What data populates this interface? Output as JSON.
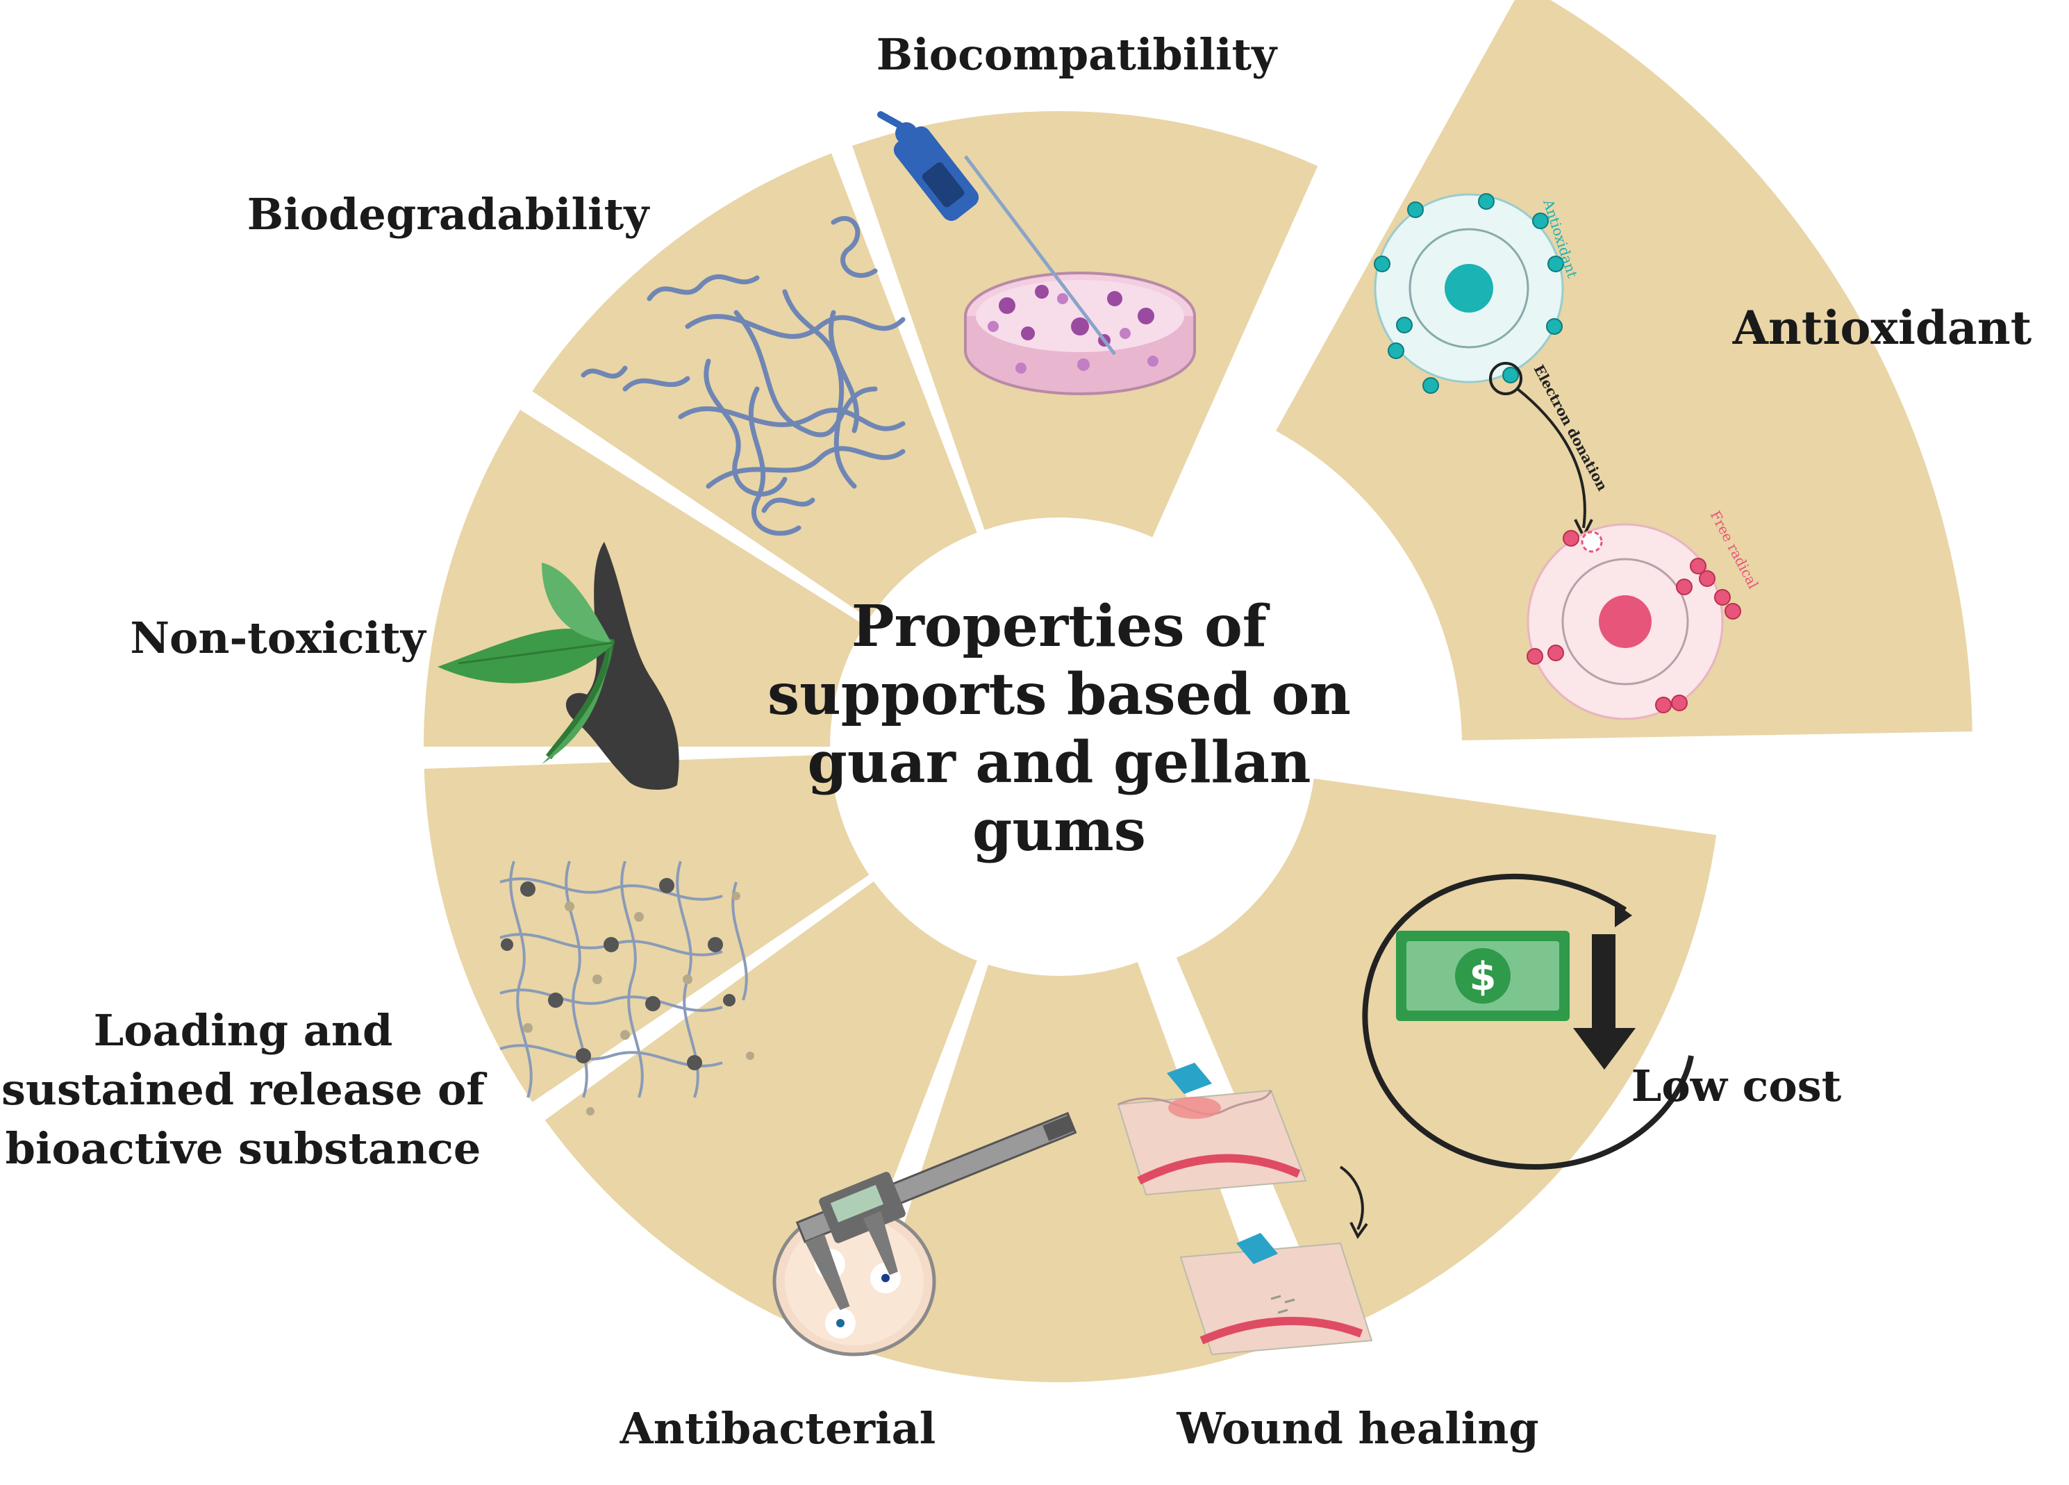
{
  "center": {
    "lines": [
      "Properties of",
      "supports based on",
      "guar and gellan",
      "gums"
    ]
  },
  "labels": {
    "biocompatibility": "Biocompatibility",
    "antioxidant": "Antioxidant",
    "biodegradability": "Biodegradability",
    "non_toxicity": "Non-toxicity",
    "loading": [
      "Loading and",
      "sustained release of",
      "bioactive substance"
    ],
    "antibacterial": "Antibacterial",
    "wound_healing": "Wound healing",
    "low_cost": "Low cost"
  },
  "antioxidant_figure": {
    "antioxidant": "Antioxidant",
    "electron_donation": "Electron donation",
    "free_radical": "Free radical"
  },
  "colors": {
    "segment": "#e9d5a6",
    "antioxidant_atom": "#1bb3b3",
    "free_radical": "#e8557a",
    "fiber": "#6f86b5",
    "leaf": "#3d9a48",
    "hand": "#3b3b3b",
    "money": "#2e9a4a"
  },
  "icons": {
    "biocompatibility": "pipette-petri-dish-icon",
    "antioxidant": "atom-electron-transfer-icon",
    "biodegradability": "polymer-fiber-icon",
    "non_toxicity": "hand-leaf-icon",
    "loading": "polymer-network-icon",
    "antibacterial": "caliper-petri-dish-icon",
    "wound_healing": "skin-wound-icon",
    "low_cost": "money-down-arrow-icon"
  }
}
